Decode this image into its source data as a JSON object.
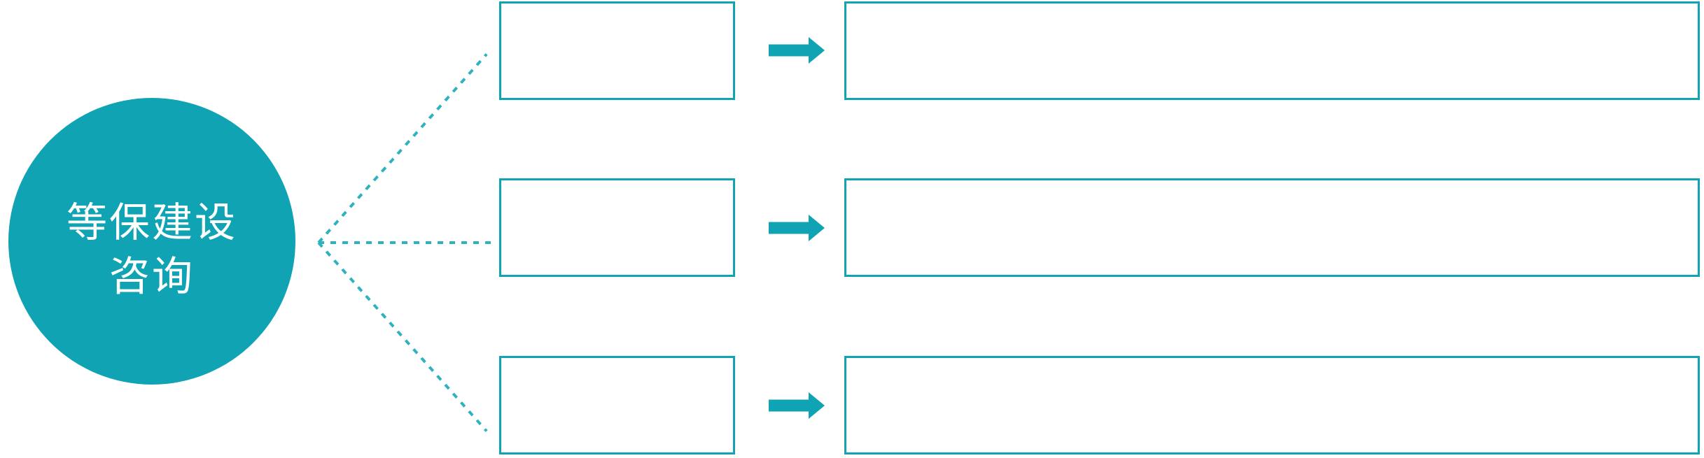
{
  "colors": {
    "accent": "#10a3b3",
    "dotted_line": "#2eb2c0",
    "box_fill": "#ffffff",
    "page_bg": "#ffffff",
    "circle_text_color": "#ffffff"
  },
  "circle": {
    "full_label": "等保建设咨询",
    "lines": [
      "等保建设",
      "咨询"
    ]
  },
  "rows": [
    {
      "small_box_label": "",
      "large_box_label": ""
    },
    {
      "small_box_label": "",
      "large_box_label": ""
    },
    {
      "small_box_label": "",
      "large_box_label": ""
    }
  ],
  "icons": {
    "arrow_right": "block-arrow-right"
  }
}
